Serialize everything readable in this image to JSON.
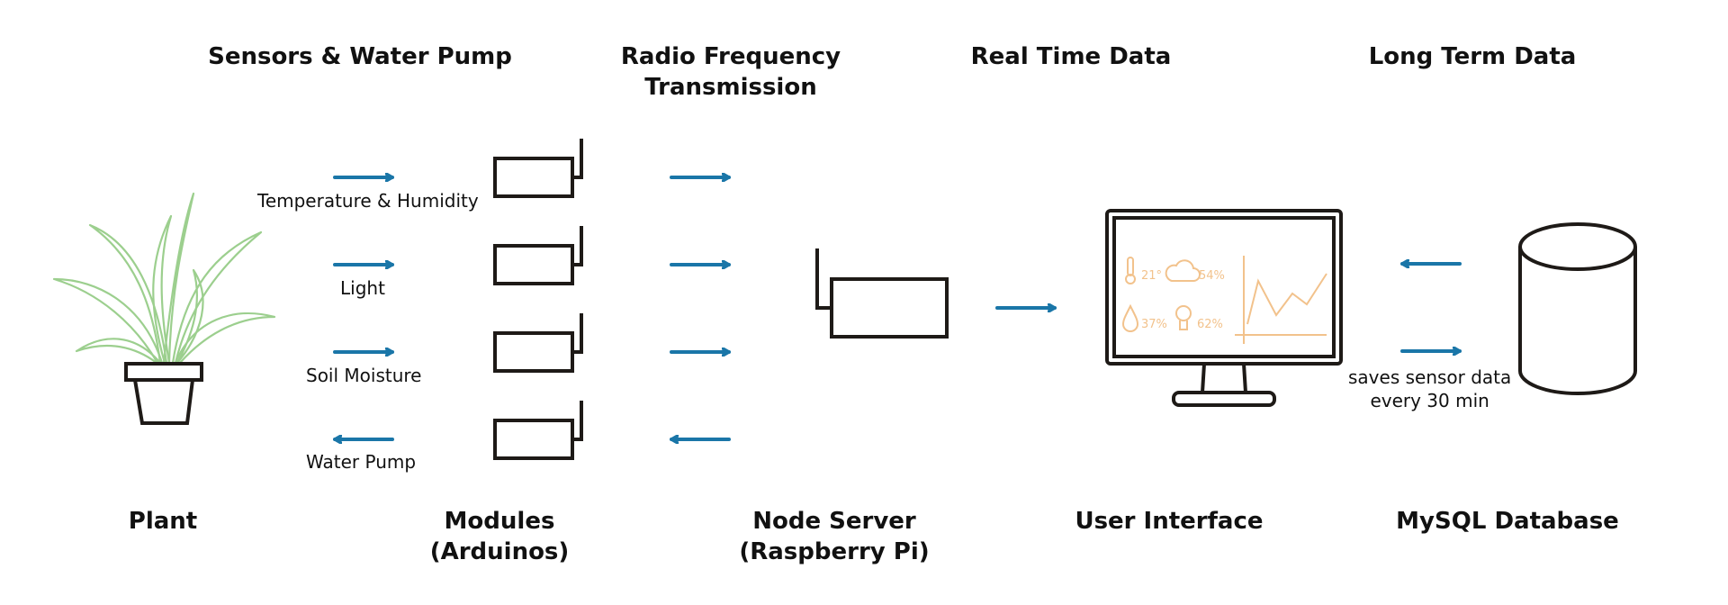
{
  "headers": {
    "sensors": "Sensors & Water Pump",
    "rf_line1": "Radio Frequency",
    "rf_line2": "Transmission",
    "realtime": "Real Time Data",
    "longterm": "Long Term Data"
  },
  "sensor_labels": {
    "temp": "Temperature & Humidity",
    "light": "Light",
    "soil": "Soil Moisture",
    "pump": "Water Pump"
  },
  "db_note": {
    "line1": "saves sensor data",
    "line2": "every 30 min"
  },
  "screen": {
    "temp": "21°",
    "cloud": "54%",
    "drop": "37%",
    "bulb": "62%"
  },
  "footers": {
    "plant": "Plant",
    "modules_line1": "Modules",
    "modules_line2": "(Arduinos)",
    "node_line1": "Node Server",
    "node_line2": "(Raspberry Pi)",
    "ui": "User Interface",
    "db": "MySQL Database"
  },
  "colors": {
    "arrow": "#1a76a8",
    "line": "#1e1a17",
    "plant": "#9ccf8e",
    "screen_accent": "#f2c28c"
  }
}
